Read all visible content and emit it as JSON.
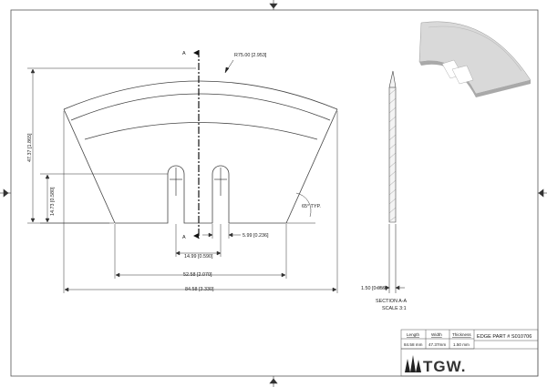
{
  "drawing": {
    "radius_dim": "R75.00 [2.953]",
    "height_dim": "47.37 [1.865]",
    "slot_depth_dim": "14.73 [0.580]",
    "slot_spacing_dim": "14.99 [0.590]",
    "slot_width_dim": "5.99 [0.236]",
    "base_width_dim": "52.58 [2.070]",
    "overall_width_dim": "84.58 [3.330]",
    "angle_dim": "65° TYP.",
    "section_marker": "A",
    "thickness_dim": "1.50 [0.059]",
    "section_title": "SECTION A-A",
    "section_scale": "SCALE 3:1"
  },
  "title_block": {
    "length_header": "Length",
    "width_header": "Width",
    "thickness_header": "Thickness",
    "length_value": "84.58 mm",
    "width_value": "47.37mm",
    "thickness_value": "1.50 mm",
    "part_number": "EDGE PART # S010706",
    "logo_text": "TGW."
  }
}
